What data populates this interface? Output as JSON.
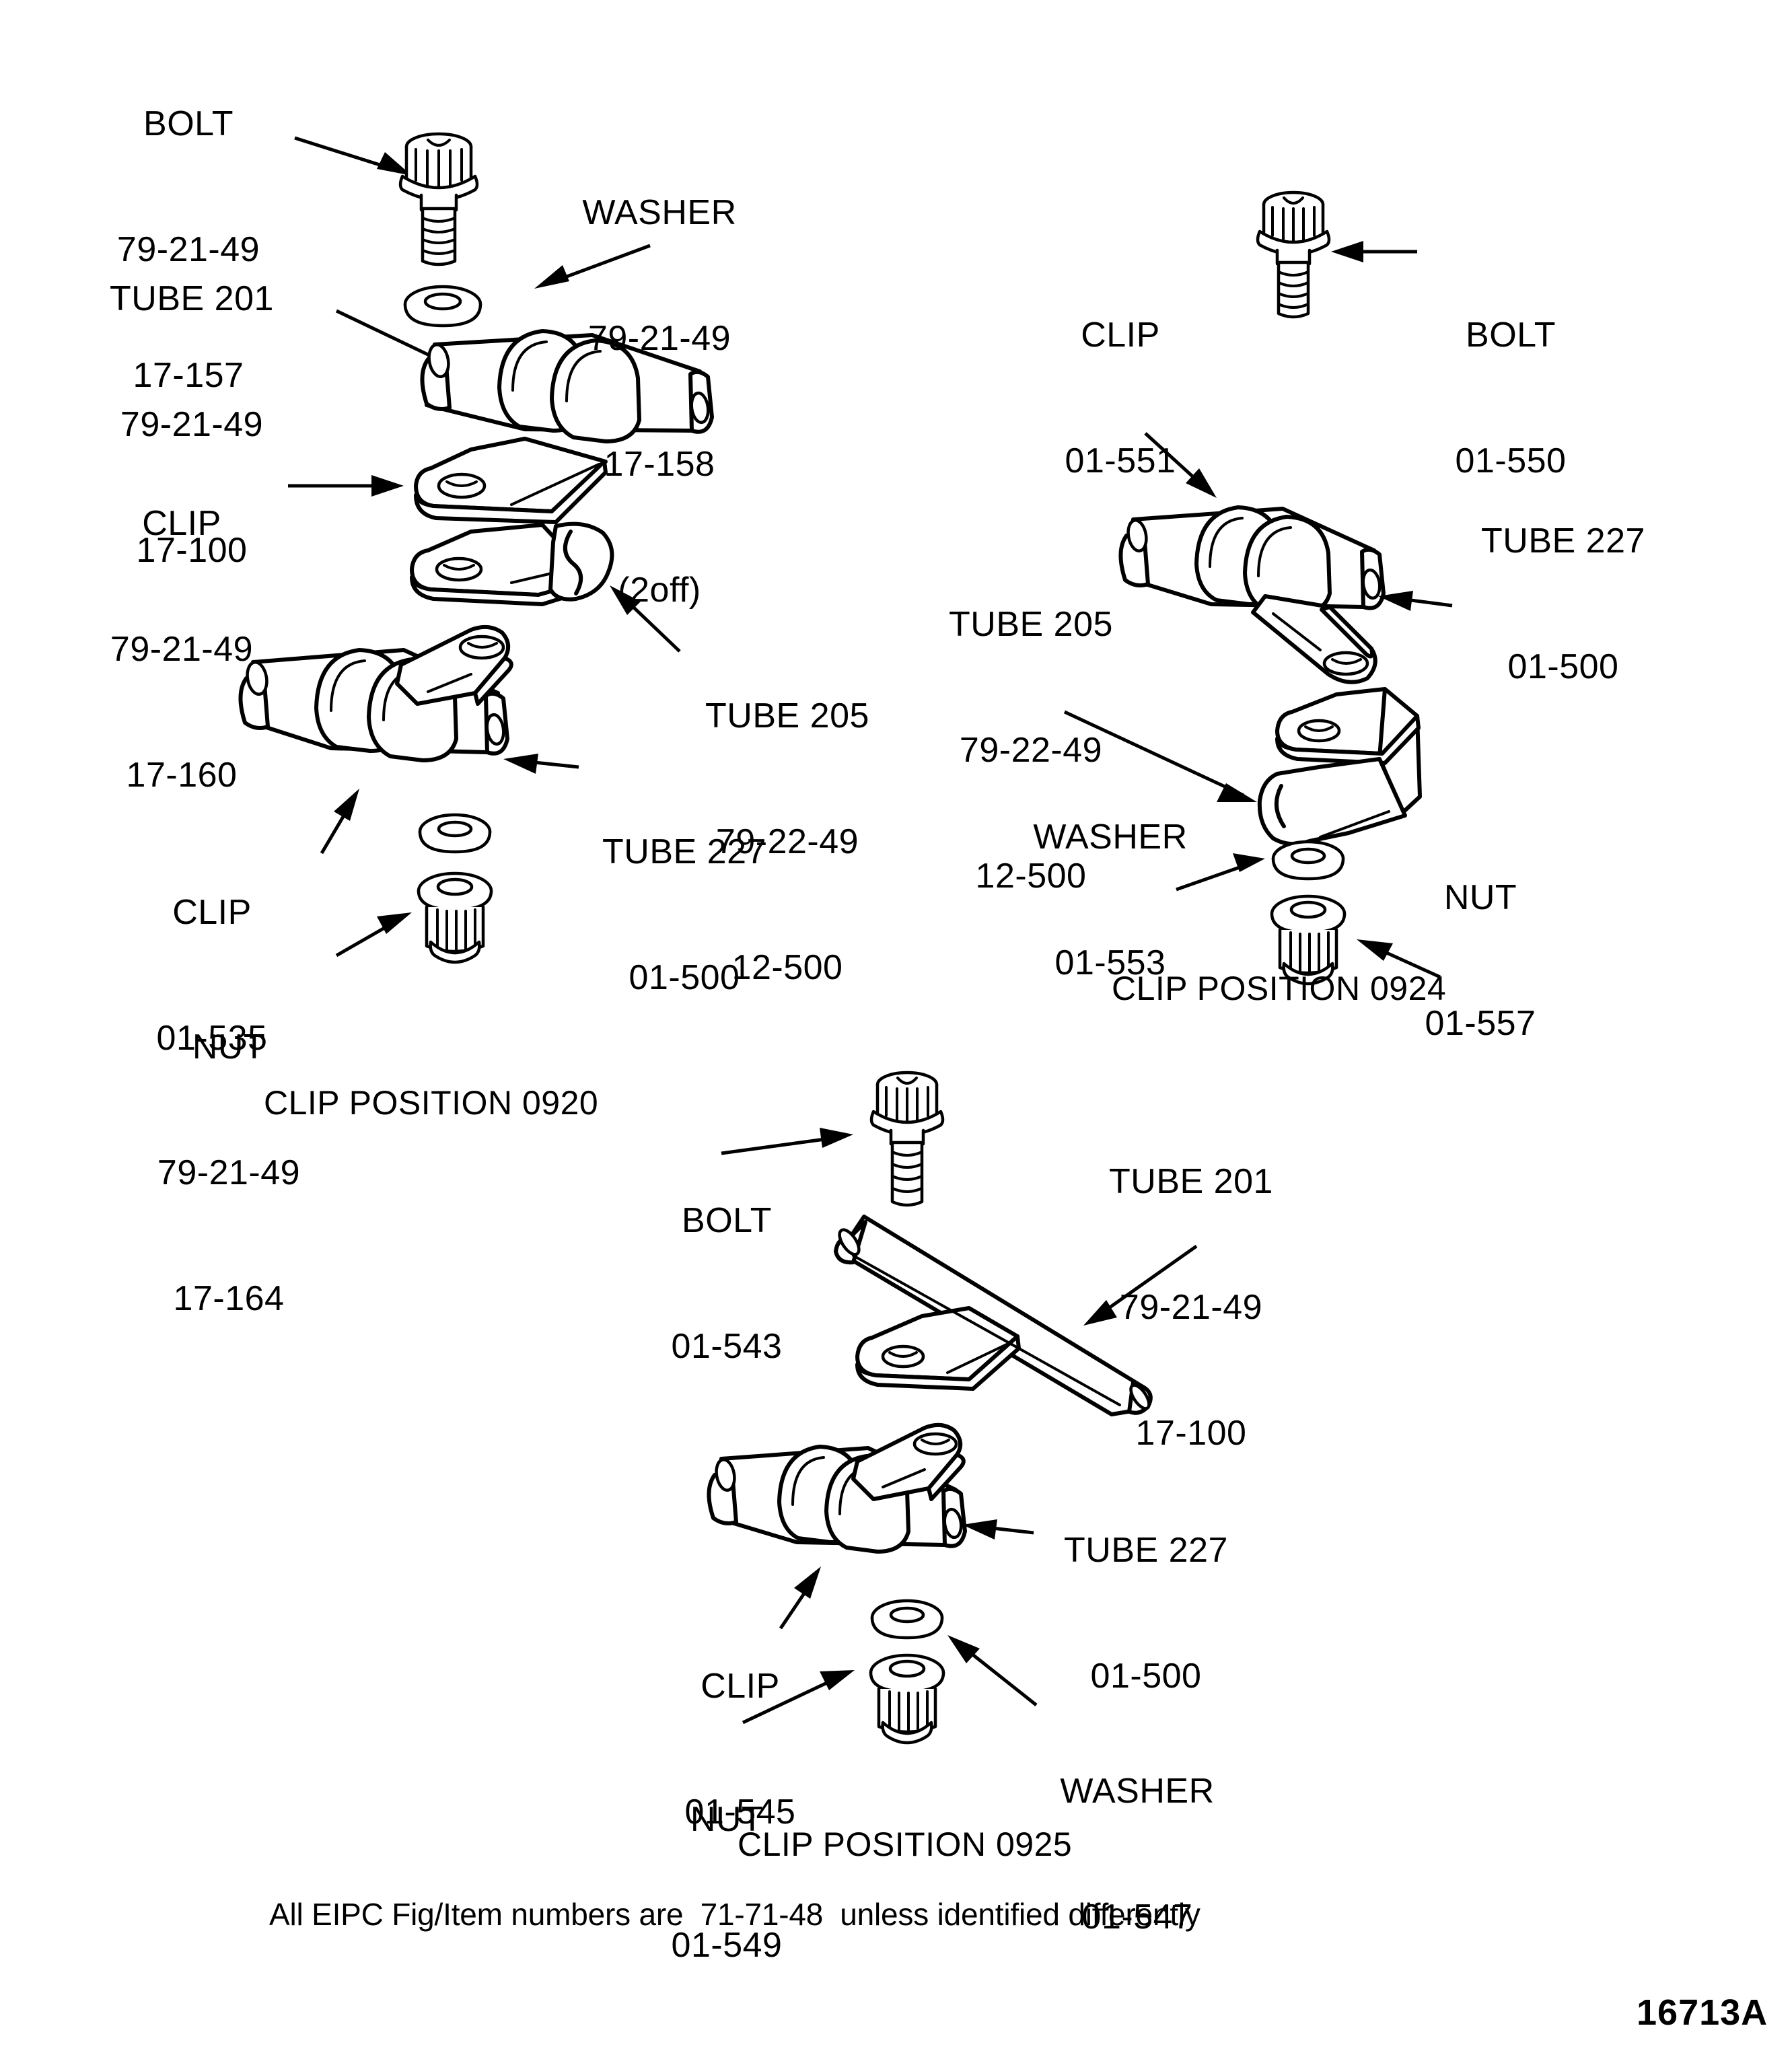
{
  "sheet": {
    "number": "16713A",
    "footnote": "All EIPC Fig/Item numbers are  71-71-48  unless identified differently"
  },
  "groups": [
    {
      "id": "clip-position-0920",
      "caption": "CLIP POSITION 0920",
      "labels": {
        "bolt": {
          "name": "BOLT",
          "lines": [
            "79-21-49",
            "17-157"
          ]
        },
        "washer": {
          "name": "WASHER",
          "lines": [
            "79-21-49",
            "17-158",
            "(2off)"
          ]
        },
        "tube201": {
          "name": "TUBE 201",
          "lines": [
            "79-21-49",
            "17-100"
          ]
        },
        "clip_top": {
          "name": "CLIP",
          "lines": [
            "79-21-49",
            "17-160"
          ]
        },
        "tube205": {
          "name": "TUBE 205",
          "lines": [
            "79-22-49",
            "12-500"
          ]
        },
        "tube227": {
          "name": "TUBE 227",
          "lines": [
            "01-500"
          ]
        },
        "clip_bot": {
          "name": "CLIP",
          "lines": [
            "01-535"
          ]
        },
        "nut": {
          "name": "NUT",
          "lines": [
            "79-21-49",
            "17-164"
          ]
        }
      }
    },
    {
      "id": "clip-position-0924",
      "caption": "CLIP POSITION 0924",
      "labels": {
        "clip": {
          "name": "CLIP",
          "lines": [
            "01-551"
          ]
        },
        "bolt": {
          "name": "BOLT",
          "lines": [
            "01-550"
          ]
        },
        "tube227": {
          "name": "TUBE 227",
          "lines": [
            "01-500"
          ]
        },
        "tube205": {
          "name": "TUBE 205",
          "lines": [
            "79-22-49",
            "12-500"
          ]
        },
        "washer": {
          "name": "WASHER",
          "lines": [
            "01-553"
          ]
        },
        "nut": {
          "name": "NUT",
          "lines": [
            "01-557"
          ]
        }
      }
    },
    {
      "id": "clip-position-0925",
      "caption": "CLIP POSITION 0925",
      "labels": {
        "bolt": {
          "name": "BOLT",
          "lines": [
            "01-543"
          ]
        },
        "tube201": {
          "name": "TUBE 201",
          "lines": [
            "79-21-49",
            "17-100"
          ]
        },
        "tube227": {
          "name": "TUBE 227",
          "lines": [
            "01-500"
          ]
        },
        "clip": {
          "name": "CLIP",
          "lines": [
            "01-545"
          ]
        },
        "washer": {
          "name": "WASHER",
          "lines": [
            "01-547"
          ]
        },
        "nut": {
          "name": "NUT",
          "lines": [
            "01-549"
          ]
        }
      }
    }
  ],
  "colors": {
    "ink": "#000000",
    "paper": "#ffffff"
  }
}
